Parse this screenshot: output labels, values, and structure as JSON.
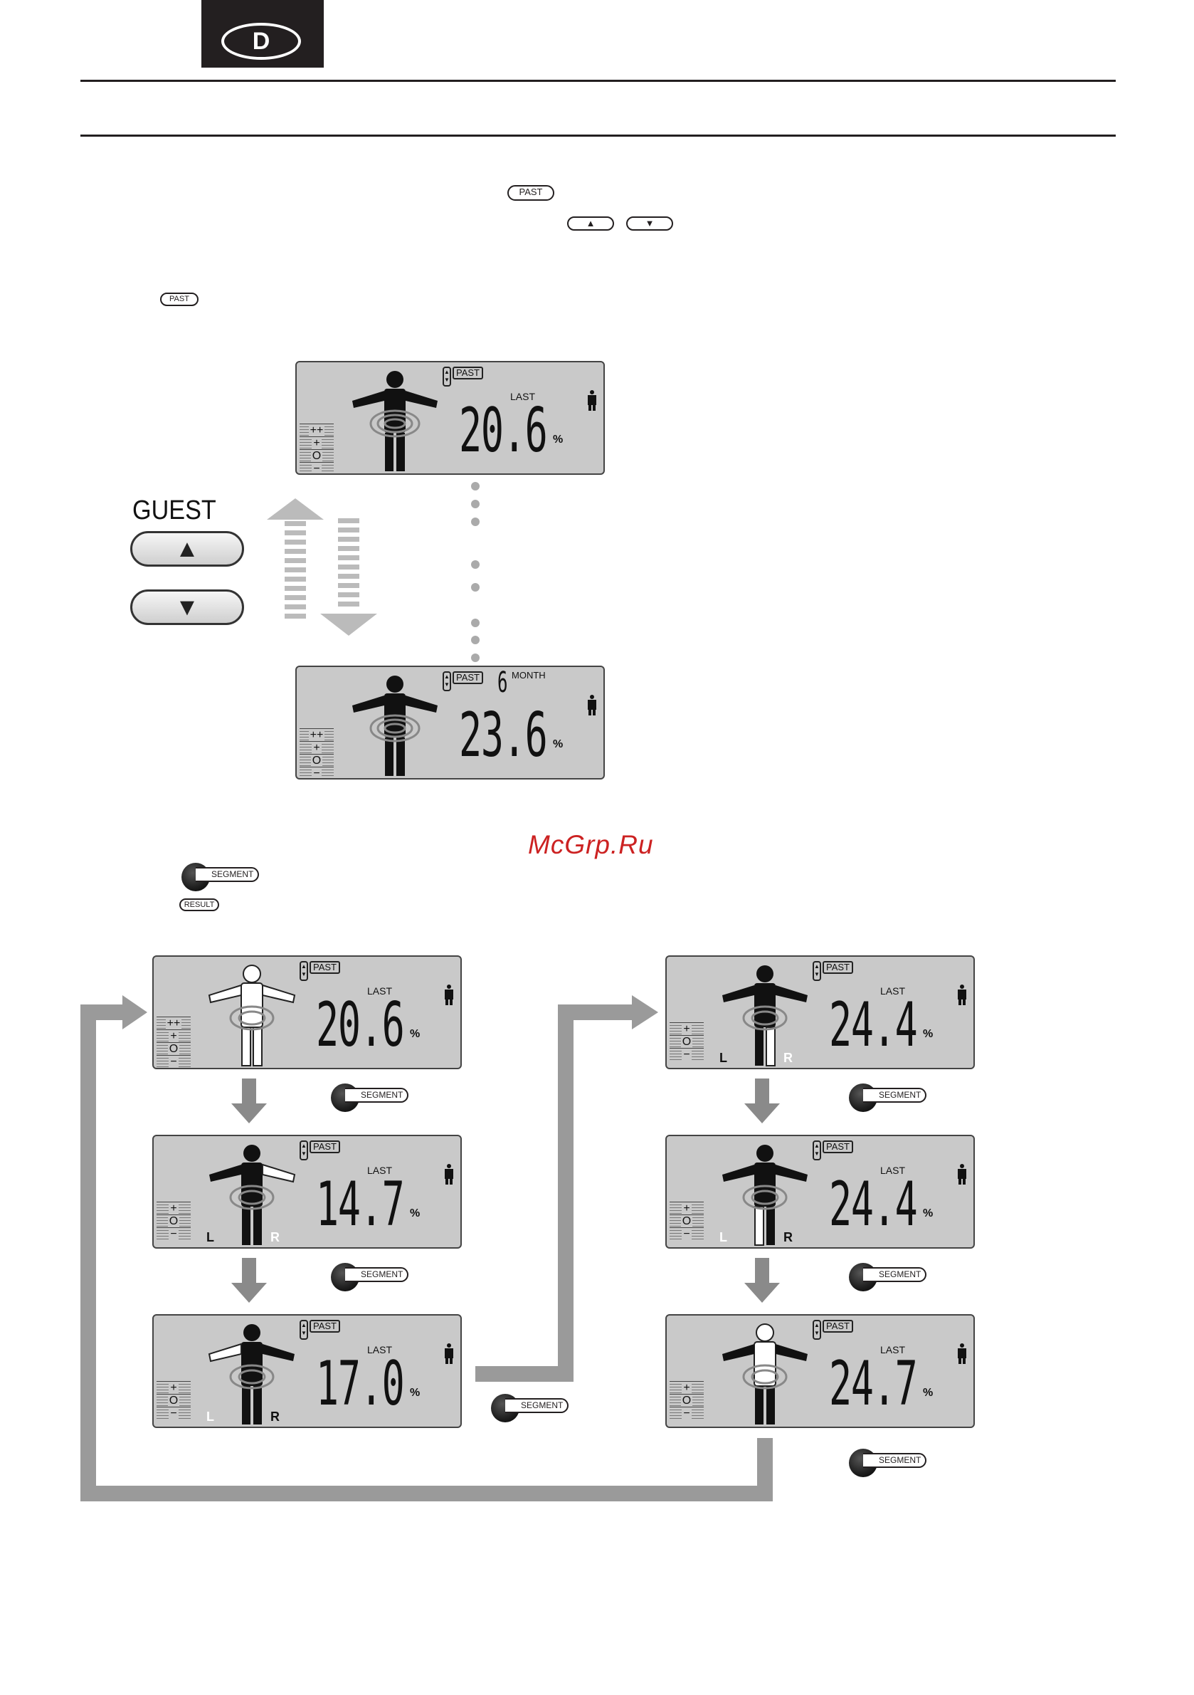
{
  "header": {
    "language_badge": "D"
  },
  "inline_buttons": {
    "past": "PAST",
    "past_small": "PAST",
    "up": "▲",
    "down": "▼",
    "segment": "SEGMENT",
    "result": "RESULT"
  },
  "guest": {
    "label": "GUEST",
    "up": "▲",
    "down": "▼"
  },
  "history_displays": [
    {
      "past": "PAST",
      "last": "LAST",
      "month_num": "",
      "month": "",
      "value": "20.6",
      "unit": "%"
    },
    {
      "past": "PAST",
      "last": "",
      "month_num": "6",
      "month": "MONTH",
      "value": "23.6",
      "unit": "%"
    }
  ],
  "segment_displays": [
    {
      "past": "PAST",
      "last": "LAST",
      "value": "20.6",
      "unit": "%",
      "left": "",
      "right": ""
    },
    {
      "past": "PAST",
      "last": "LAST",
      "value": "14.7",
      "unit": "%",
      "left": "L",
      "right": "R"
    },
    {
      "past": "PAST",
      "last": "LAST",
      "value": "17.0",
      "unit": "%",
      "left": "L",
      "right": "R"
    },
    {
      "past": "PAST",
      "last": "LAST",
      "value": "24.4",
      "unit": "%",
      "left": "L",
      "right": "R"
    },
    {
      "past": "PAST",
      "last": "LAST",
      "value": "24.4",
      "unit": "%",
      "left": "L",
      "right": "R"
    },
    {
      "past": "PAST",
      "last": "LAST",
      "value": "24.7",
      "unit": "%",
      "left": "",
      "right": ""
    }
  ],
  "scale_rows": [
    "++",
    "+",
    "O",
    "−"
  ],
  "watermark": "McGrp.Ru"
}
